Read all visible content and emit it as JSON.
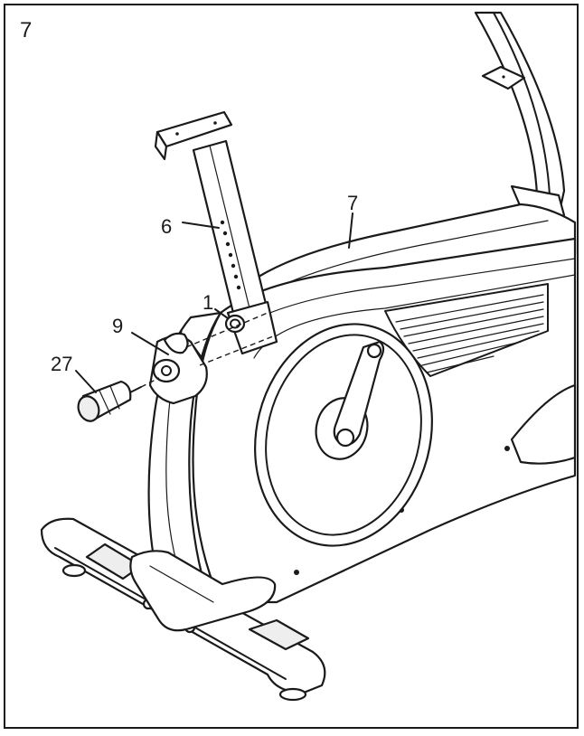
{
  "step_number": "7",
  "callouts": {
    "part_6": "6",
    "part_7": "7",
    "part_1": "1",
    "part_9": "9",
    "part_27": "27"
  }
}
